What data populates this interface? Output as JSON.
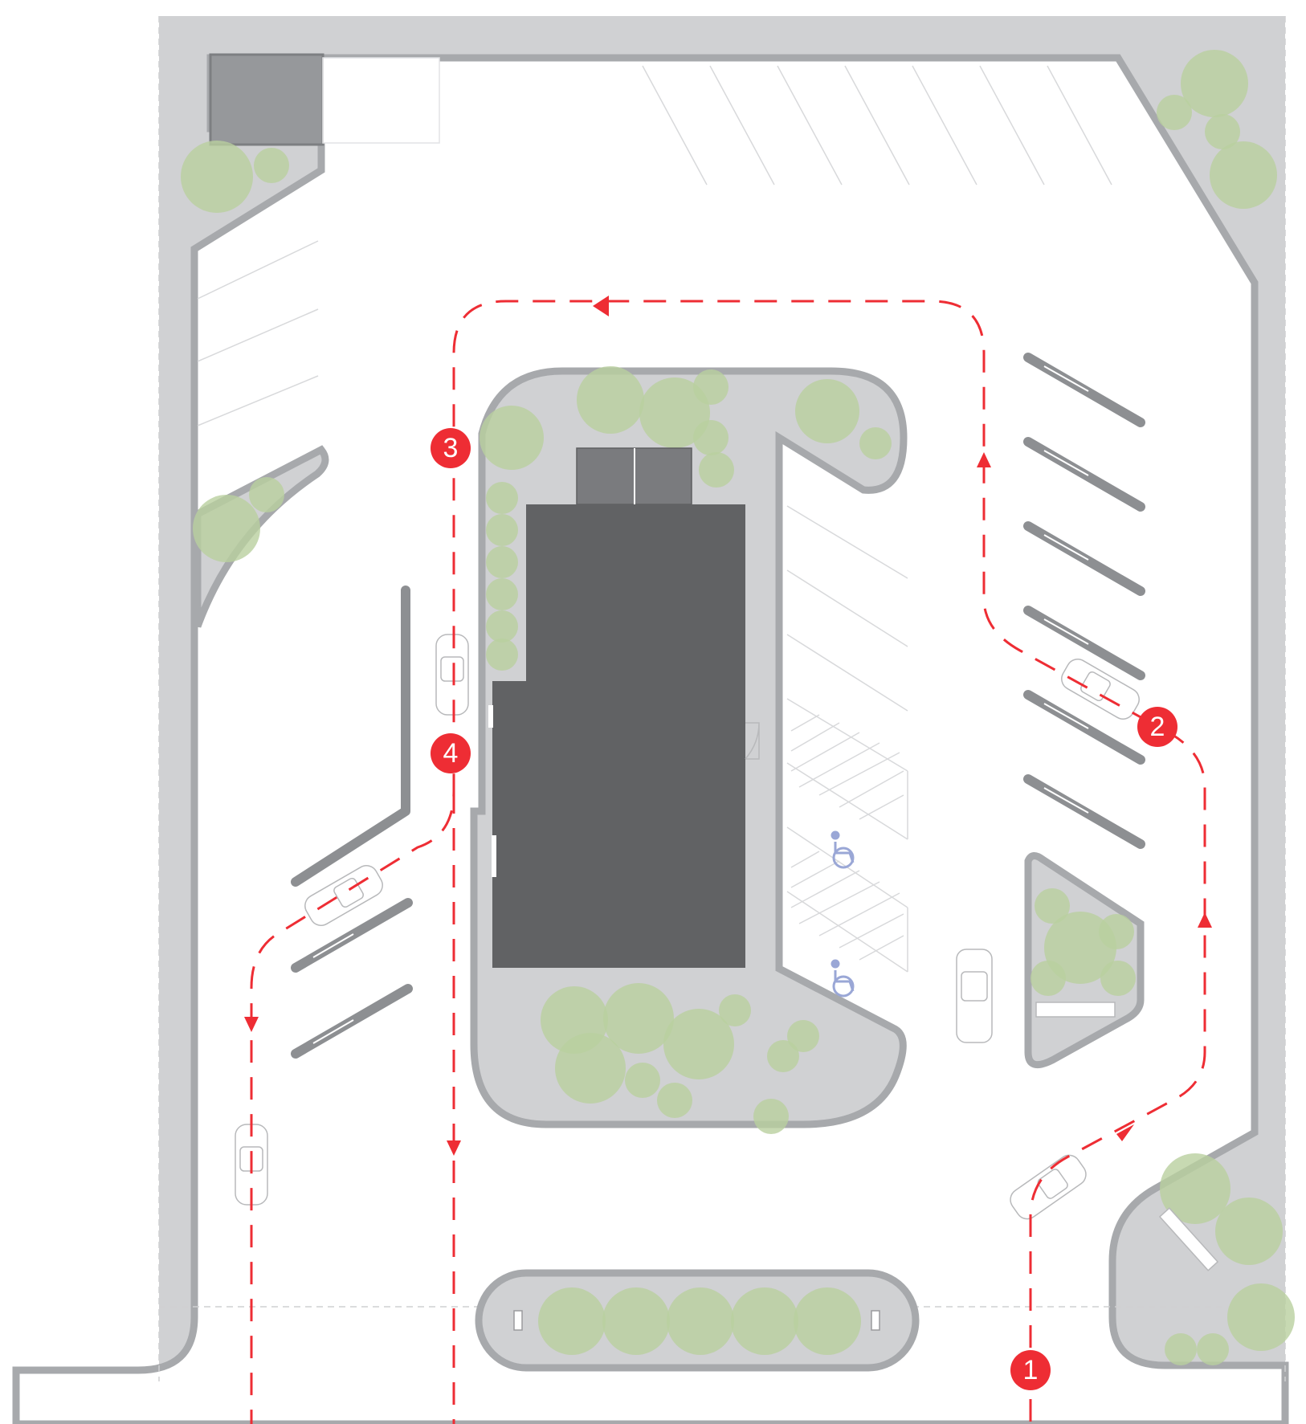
{
  "site_plan": {
    "route_markers": [
      "1",
      "2",
      "3",
      "4"
    ],
    "accessible_icon": "wheelchair-icon",
    "colors": {
      "route": "#ee2d34",
      "curb": "#d0d1d3",
      "curb_edge": "#a7a9ac",
      "building": "#616264",
      "landscaping": "#b9d09f",
      "accessible": "#9aa7d6"
    }
  }
}
